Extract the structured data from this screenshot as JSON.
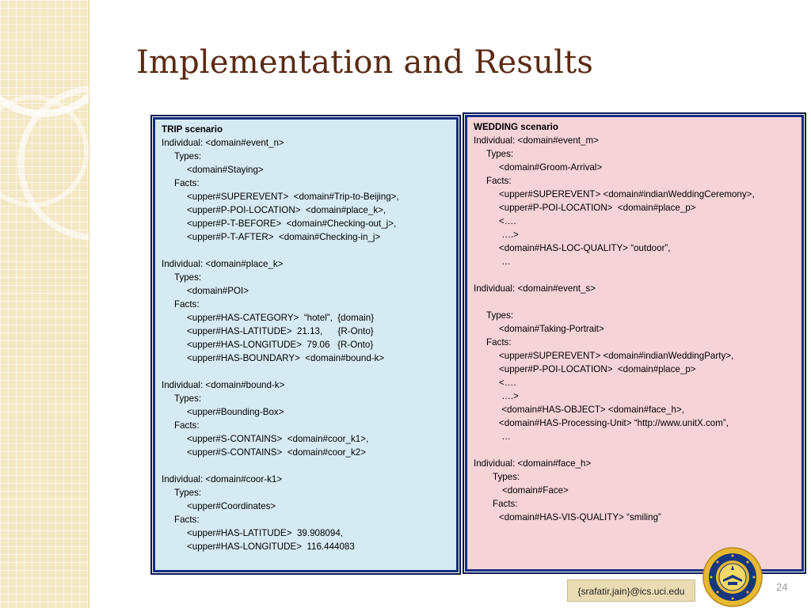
{
  "slide": {
    "title": "Implementation and Results",
    "email": "{srafatir,jain}@ics.uci.edu",
    "page_number": "24"
  },
  "trip": {
    "lines": [
      {
        "t": "TRIP scenario",
        "c": "heading"
      },
      {
        "t": "Individual: <domain#event_n>",
        "c": ""
      },
      {
        "t": "Types:",
        "c": "i1"
      },
      {
        "t": "<domain#Staying>",
        "c": "i2"
      },
      {
        "t": "Facts:",
        "c": "i1"
      },
      {
        "t": "<upper#SUPEREVENT>  <domain#Trip-to-Beijing>,",
        "c": "i2"
      },
      {
        "t": "<upper#P-POI-LOCATION>  <domain#place_k>,",
        "c": "i2"
      },
      {
        "t": "<upper#P-T-BEFORE>  <domain#Checking-out_j>,",
        "c": "i2"
      },
      {
        "t": "<upper#P-T-AFTER>  <domain#Checking-in_j>",
        "c": "i2"
      },
      {
        "t": "",
        "c": "blank"
      },
      {
        "t": "Individual: <domain#place_k>",
        "c": ""
      },
      {
        "t": "Types:",
        "c": "i1"
      },
      {
        "t": "<domain#POI>",
        "c": "i2"
      },
      {
        "t": "Facts:",
        "c": "i1"
      },
      {
        "t": "<upper#HAS-CATEGORY>  “hotel”,  {domain}",
        "c": "i2"
      },
      {
        "t": "<upper#HAS-LATITUDE>  21.13,      {R-Onto}",
        "c": "i2"
      },
      {
        "t": "<upper#HAS-LONGITUDE>  79.06   {R-Onto}",
        "c": "i2"
      },
      {
        "t": "<upper#HAS-BOUNDARY>  <domain#bound-k>",
        "c": "i2"
      },
      {
        "t": "",
        "c": "blank"
      },
      {
        "t": "Individual: <domain#bound-k>",
        "c": ""
      },
      {
        "t": "Types:",
        "c": "i1"
      },
      {
        "t": "<upper#Bounding-Box>",
        "c": "i2"
      },
      {
        "t": "Facts:",
        "c": "i1"
      },
      {
        "t": "<upper#S-CONTAINS>  <domain#coor_k1>,",
        "c": "i2"
      },
      {
        "t": "<upper#S-CONTAINS>  <domain#coor_k2>",
        "c": "i2"
      },
      {
        "t": "",
        "c": "blank"
      },
      {
        "t": "Individual: <domain#coor-k1>",
        "c": ""
      },
      {
        "t": "Types:",
        "c": "i1"
      },
      {
        "t": "<upper#Coordinates>",
        "c": "i2"
      },
      {
        "t": "Facts:",
        "c": "i1"
      },
      {
        "t": "<upper#HAS-LATITUDE>  39.908094,",
        "c": "i2"
      },
      {
        "t": "<upper#HAS-LONGITUDE>  116.444083",
        "c": "i2"
      }
    ]
  },
  "wedding": {
    "lines": [
      {
        "t": "WEDDING scenario",
        "c": "heading"
      },
      {
        "t": "Individual: <domain#event_m>",
        "c": ""
      },
      {
        "t": "Types:",
        "c": "i1"
      },
      {
        "t": "<domain#Groom-Arrival>",
        "c": "i2"
      },
      {
        "t": "Facts:",
        "c": "i1"
      },
      {
        "t": "<upper#SUPEREVENT> <domain#indianWeddingCeremony>,",
        "c": "i2"
      },
      {
        "t": "<upper#P-POI-LOCATION>  <domain#place_p>",
        "c": "i2"
      },
      {
        "t": "<….",
        "c": "i2"
      },
      {
        "t": " ….>",
        "c": "i2"
      },
      {
        "t": "<domain#HAS-LOC-QUALITY> “outdoor”,",
        "c": "i2"
      },
      {
        "t": " …",
        "c": "i2"
      },
      {
        "t": "",
        "c": "blank"
      },
      {
        "t": "Individual: <domain#event_s>",
        "c": ""
      },
      {
        "t": "",
        "c": "blank"
      },
      {
        "t": "Types:",
        "c": "i1"
      },
      {
        "t": "<domain#Taking-Portrait>",
        "c": "i2"
      },
      {
        "t": "Facts:",
        "c": "i1"
      },
      {
        "t": "<upper#SUPEREVENT> <domain#indianWeddingParty>,",
        "c": "i2"
      },
      {
        "t": "<upper#P-POI-LOCATION>  <domain#place_p>",
        "c": "i2"
      },
      {
        "t": "<….",
        "c": "i2"
      },
      {
        "t": " ….>",
        "c": "i2"
      },
      {
        "t": " <domain#HAS-OBJECT> <domain#face_h>,",
        "c": "i2"
      },
      {
        "t": "<domain#HAS-Processing-Unit> “http://www.unitX.com”,",
        "c": "i2"
      },
      {
        "t": " …",
        "c": "i2"
      },
      {
        "t": "",
        "c": "blank"
      },
      {
        "t": "Individual: <domain#face_h>",
        "c": ""
      },
      {
        "t": "Types:",
        "c": "i1b"
      },
      {
        "t": "<domain#Face>",
        "c": "i2b"
      },
      {
        "t": "Facts:",
        "c": "i1b"
      },
      {
        "t": "<domain#HAS-VIS-QUALITY> “smiling”",
        "c": "i2"
      }
    ]
  },
  "colors": {
    "title": "#5a2a12",
    "panel_border": "#142e82",
    "trip_bg": "#d6eaf3",
    "wedding_bg": "#f5d3d7",
    "seal_gold": "#e8b830",
    "seal_blue": "#16367e"
  }
}
